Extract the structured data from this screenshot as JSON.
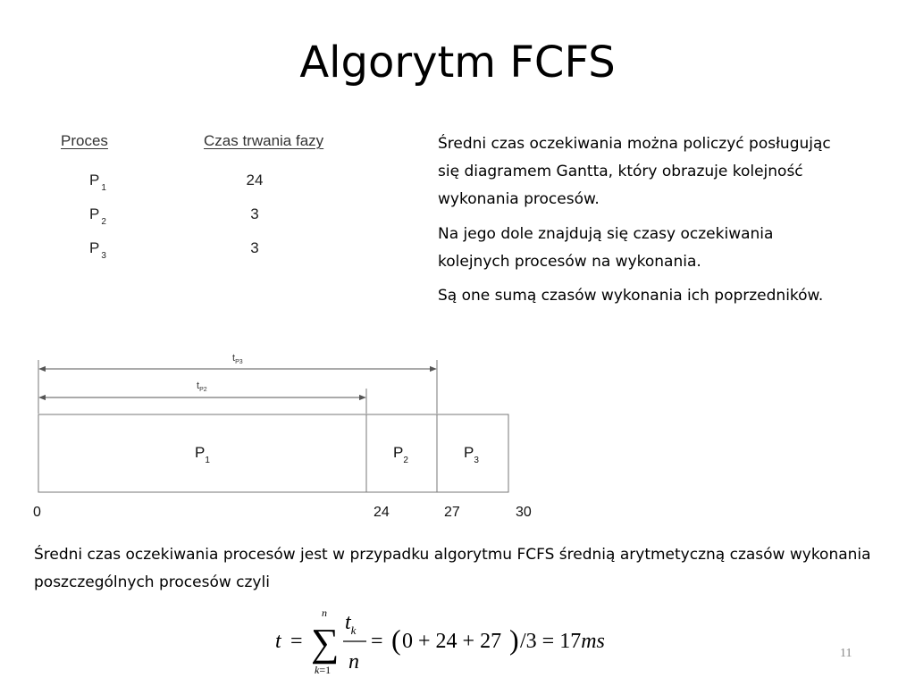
{
  "title": "Algorytm FCFS",
  "table": {
    "header_process": "Proces",
    "header_time": "Czas trwania fazy",
    "rows": [
      {
        "name": "P",
        "sub": "1",
        "time": "24"
      },
      {
        "name": "P",
        "sub": "2",
        "time": "3"
      },
      {
        "name": "P",
        "sub": "3",
        "time": "3"
      }
    ]
  },
  "paragraphs": [
    "Średni czas oczekiwania można policzyć posługując się diagramem Gantta, który obrazuje  kolejność wykonania procesów.",
    "Na jego dole znajdują się czasy oczekiwania kolejnych procesów na wykonania.",
    "Są one sumą czasów wykonania ich poprzedników."
  ],
  "gantt": {
    "bars": [
      {
        "name": "P",
        "sub": "1",
        "start": 0,
        "end": 24
      },
      {
        "name": "P",
        "sub": "2",
        "start": 24,
        "end": 27
      },
      {
        "name": "P",
        "sub": "3",
        "start": 27,
        "end": 30
      }
    ],
    "ticks": [
      "0",
      "24",
      "27",
      "30"
    ],
    "arrow_p3": {
      "label": "t",
      "sub": "P3",
      "end": 27
    },
    "arrow_p2": {
      "label": "t",
      "sub": "P2",
      "end": 24
    }
  },
  "bottom_text": "Średni czas oczekiwania procesów jest w przypadku algorytmu FCFS średnią arytmetyczną czasów wykonania poszczególnych procesów czyli",
  "formula": {
    "lhs": "t",
    "eq": "=",
    "sum": "∑",
    "sum_upper": "n",
    "sum_lower_k": "k",
    "sum_lower_eq": "=",
    "sum_lower_1": "1",
    "numerator": "t",
    "numerator_sub": "k",
    "denominator": "n",
    "eq2": "=",
    "paren_open": "(",
    "inner": "0 + 24 + 27",
    "paren_close": ")",
    "rest": "/3 = 17",
    "unit": "ms"
  },
  "slide_number": "11"
}
